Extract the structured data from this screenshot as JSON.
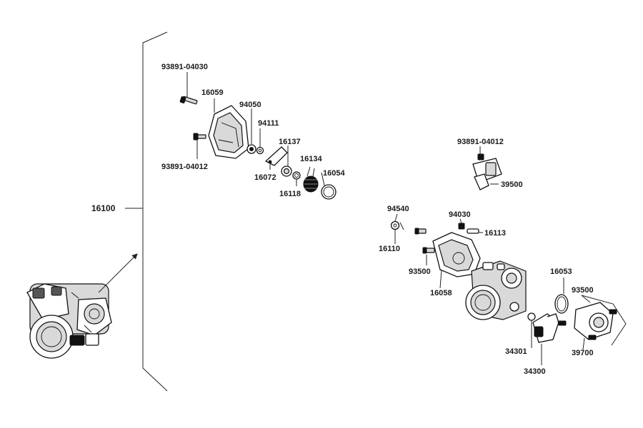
{
  "diagram": {
    "assembly": {
      "part_number": "16100"
    },
    "callouts": [
      {
        "id": "93891-04030"
      },
      {
        "id": "16059"
      },
      {
        "id": "94050"
      },
      {
        "id": "94111"
      },
      {
        "id": "16137"
      },
      {
        "id": "16134"
      },
      {
        "id": "16054"
      },
      {
        "id": "16072"
      },
      {
        "id": "16118"
      },
      {
        "id": "93891-04012"
      },
      {
        "id": "93891-04012"
      },
      {
        "id": "39500"
      },
      {
        "id": "94540"
      },
      {
        "id": "94030"
      },
      {
        "id": "16113"
      },
      {
        "id": "16110"
      },
      {
        "id": "93500"
      },
      {
        "id": "16058"
      },
      {
        "id": "16053"
      },
      {
        "id": "93500"
      },
      {
        "id": "34301"
      },
      {
        "id": "34300"
      },
      {
        "id": "39700"
      }
    ]
  }
}
